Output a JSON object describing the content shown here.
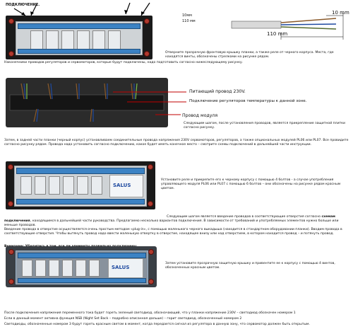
{
  "heading": "ПОДКЛЮЧЕНИЕ.",
  "dim": {
    "label_left_top": "10мм",
    "label_left_bottom": "110 мм",
    "label_diagram_top": "10 mm",
    "label_diagram_bottom": "110 mm"
  },
  "step1": {
    "text": "Отверните прозрачную фронтовую крышку планки, а также реле от черного корпуса. Места, где находятся винты, обозначены стрелками на рисунке рядом.",
    "text2": "Наконечники проводов регуляторов и сервомоторов, которые будут подключены, надо подготовить согласно нижеследующему рисунку."
  },
  "step2": {
    "callout_power": "Питающий провод 230V.",
    "callout_regulators": "Подключение регуляторов температуры к данной зоне.",
    "callout_module": "Провод модуля",
    "text": "Следующим шагом, после установления проводов, является прикрепление защитной плитки согласно рисунку.",
    "para": "Затем, в задней части планки (черный корпус) устанавливаем соединительные провода напряжения 230V сервомоторов, регуляторов, а также опциональных модулей PL06 или PL07. Все провидите согласно рисунку рядом. Провода надо установить согласно подключению, какое будет иметь конечное место – смотрите схемы подключений в дальнейшей части инструкции."
  },
  "step3": {
    "text": "Установите реле и прикрепите его к черному корпусу с помощью 4 болтов - а случае употребления управляющего модуля PL06 или PL07 с помощью 6 болтов – они обозначены на рисунке рядом красным цветом.",
    "brand": "SALUS",
    "lead": "Следующим шагом является введение проводов в соответствующие отверстия согласно",
    "lead_bold": "схемам подключения",
    "lead_rest": ", находящимся в дальнейшей части руководства. Предлагаемо несколько вариантов подключения. В зависимости от требований и употребляемых элементов нужно больше или меньше проводов.",
    "para2": "Введение провода в отверстие осуществляется очень простым методом «plug-in», с помощью маленького черного выкадыша (находится в стандартном оборудовании планки). Вводим провода в соответствующие отверстия. Чтобы вытянуть провод надо ввести маленькую отвертку в отверстие, находящее внизу или над отверстием, в котором находится провод – и потянуть провод.",
    "attention": "Внимание: Убедитесь в том, все ли элементы правильно подключены."
  },
  "step4": {
    "text": "Затем установите прозрачную защитную крышку и привентите ее к корпусу с помощью 4 винтов, обозначенных красным цветом.",
    "brand": "SALUS"
  },
  "footer": {
    "line1": "После подключения напряжения переменного тока будет гореть зеленый светодиод, обозначающий, что у планки напряжение 230V – светодиод обозначен номером 1",
    "line2": "Если в данный момент активна функция NSB (Night Set Back – подробно описанная дальше) – горит светодиод, обозначенный номером 2",
    "line3": "Светодиоды, обозначенные номером 3 будут гореть красным светом в момент, когда передается сигнал из регулятора в данную зону, что сервомотор должен быть открытым."
  },
  "colors": {
    "accent": "#c00000",
    "terminal": "#3b82c4",
    "panel": "#1a1a1a"
  },
  "icons": [
    "arrow-icon",
    "screw-icon",
    "salus-logo"
  ]
}
